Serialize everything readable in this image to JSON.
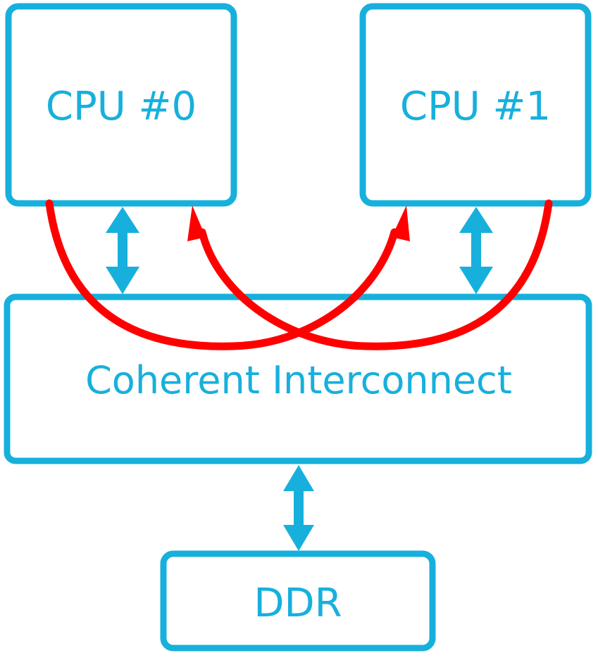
{
  "colors": {
    "box_stroke": "#17b0dc",
    "text": "#17b0dc",
    "link_arrow": "#17b0dc",
    "coherency_arrow": "#ff0000",
    "background": "#ffffff"
  },
  "blocks": {
    "cpu0": {
      "label": "CPU #0"
    },
    "cpu1": {
      "label": "CPU #1"
    },
    "interconnect": {
      "label": "Coherent Interconnect"
    },
    "ddr": {
      "label": "DDR"
    }
  },
  "connections": [
    {
      "from": "CPU #0",
      "to": "Coherent Interconnect",
      "type": "bidirectional"
    },
    {
      "from": "CPU #1",
      "to": "Coherent Interconnect",
      "type": "bidirectional"
    },
    {
      "from": "Coherent Interconnect",
      "to": "DDR",
      "type": "bidirectional"
    }
  ],
  "coherency_flows": [
    {
      "from": "CPU #0",
      "to": "CPU #1",
      "via": "Coherent Interconnect"
    },
    {
      "from": "CPU #1",
      "to": "CPU #0",
      "via": "Coherent Interconnect"
    }
  ]
}
